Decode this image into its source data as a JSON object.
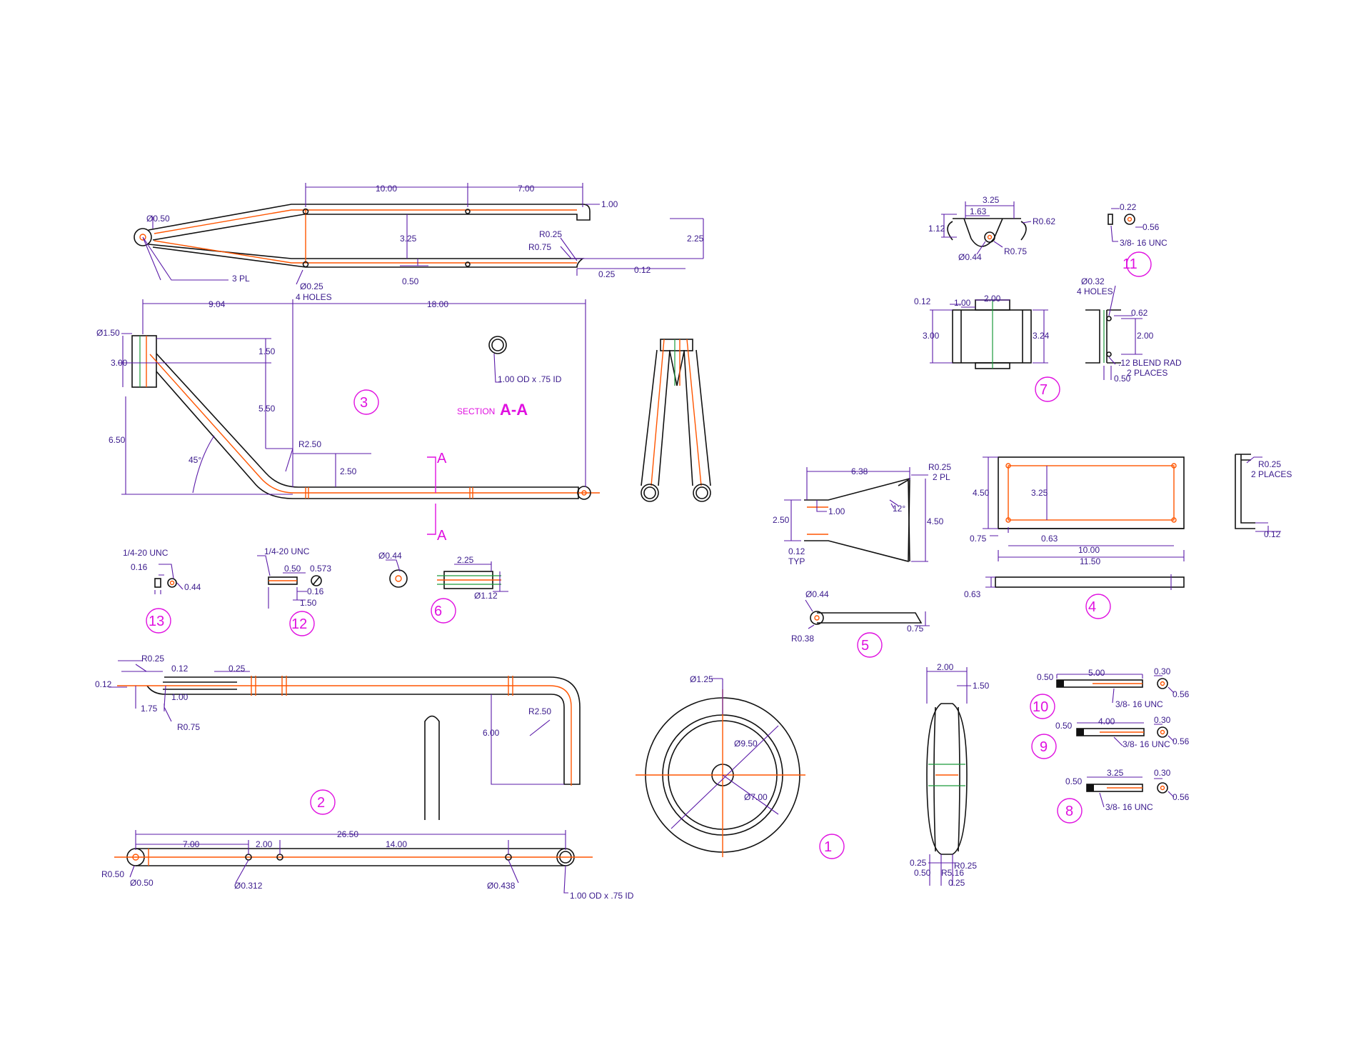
{
  "section": {
    "prefix": "SECTION",
    "name": "A-A",
    "cut_mark": "A"
  },
  "part_numbers": [
    "1",
    "2",
    "3",
    "4",
    "5",
    "6",
    "7",
    "8",
    "9",
    "10",
    "11",
    "12",
    "13"
  ],
  "part1": {
    "od": "Ø1.25",
    "d1": "Ø9.50",
    "d2": "Ø7.00",
    "w": "2.00",
    "t": "1.50",
    "r1": "0.25",
    "r2": "R0.25",
    "r3": "0.50",
    "r4": "R5.16",
    "r5": "0.25"
  },
  "part2": {
    "r025": "R0.25",
    "d012a": "0.12",
    "d025": "0.25",
    "d012b": "0.12",
    "d100": "1.00",
    "d175": "1.75",
    "r075": "R0.75",
    "h600": "6.00",
    "r250": "R2.50",
    "l2650": "26.50",
    "l700": "7.00",
    "l200": "2.00",
    "l1400": "14.00",
    "r050": "R0.50",
    "d050": "Ø0.50",
    "d0312": "Ø0.312",
    "d0438": "Ø0.438",
    "tube": "1.00 OD x .75 ID"
  },
  "part3top": {
    "d1000": "10.00",
    "d700": "7.00",
    "d100": "1.00",
    "dia050": "Ø0.50",
    "d325": "3.25",
    "d225": "2.25",
    "r025": "R0.25",
    "r075": "R0.75",
    "pl3": "3 PL",
    "holes_d": "Ø0.25",
    "holes_n": "4 HOLES",
    "d050": "0.50",
    "d025": "0.25",
    "d012": "0.12"
  },
  "part3": {
    "d904": "9.04",
    "d1800": "18.00",
    "dia150": "Ø1.50",
    "d300": "3.00",
    "d150": "1.50",
    "d550": "5.50",
    "d650": "6.50",
    "angle": "45°",
    "r250": "R2.50",
    "d250": "2.50",
    "tube": "1.00 OD x .75 ID"
  },
  "part4": {
    "d450": "4.50",
    "d325": "3.25",
    "d075": "0.75",
    "d063": "0.63",
    "d1000": "10.00",
    "d1150": "11.50",
    "d063b": "0.63",
    "r025": "R0.25",
    "pl2": "2 PLACES",
    "d012": "0.12"
  },
  "part5": {
    "d638": "6.38",
    "r025": "R0.25",
    "pl2": "2 PL",
    "d250": "2.50",
    "d100": "1.00",
    "angle": "12°",
    "d450": "4.50",
    "d012": "0.12",
    "typ": "TYP",
    "dia044": "Ø0.44",
    "r038": "R0.38",
    "d075": "0.75"
  },
  "part6": {
    "dia044": "Ø0.44",
    "d225": "2.25",
    "dia112": "Ø1.12"
  },
  "part7": {
    "d325": "3.25",
    "d163": "1.63",
    "d112": "1.12",
    "r062": "R0.62",
    "dia044": "Ø0.44",
    "r075": "R0.75",
    "d012": "0.12",
    "d100": "1.00",
    "d200": "2.00",
    "d300": "3.00",
    "d324": "3.24",
    "dia032": "Ø0.32",
    "holes": "4 HOLES",
    "d062": "0.62",
    "d200b": "2.00",
    "blend": ".12 BLEND RAD",
    "pl2": "2 PLACES",
    "d050": "0.50"
  },
  "part8": {
    "d050": "0.50",
    "d325": "3.25",
    "d030": "0.30",
    "d056": "0.56",
    "thread": "3/8- 16 UNC"
  },
  "part9": {
    "d050": "0.50",
    "d400": "4.00",
    "d030": "0.30",
    "d056": "0.56",
    "thread": "3/8- 16 UNC"
  },
  "part10": {
    "d050": "0.50",
    "d500": "5.00",
    "d030": "0.30",
    "d056": "0.56",
    "thread": "3/8- 16 UNC"
  },
  "part11": {
    "d022": "0.22",
    "d056": "0.56",
    "thread": "3/8- 16 UNC"
  },
  "part12": {
    "thread": "1/4-20 UNC",
    "d050": "0.50",
    "d0573": "0.573",
    "d016": "0.16",
    "d150": "1.50"
  },
  "part13": {
    "thread": "1/4-20 UNC",
    "d016": "0.16",
    "d044": "0.44"
  },
  "colors": {
    "outline": "#111111",
    "dimension": "#5a1aa8",
    "centerline": "#ff5500",
    "accent": "#e010e0",
    "green": "#1a9a3a"
  }
}
